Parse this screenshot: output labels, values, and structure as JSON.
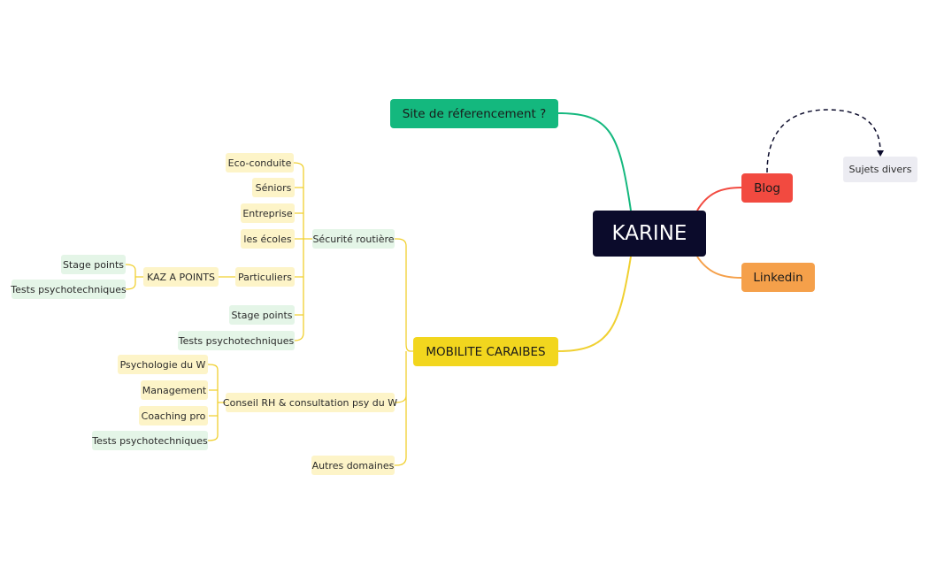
{
  "colors": {
    "root": "#0b0b2b",
    "teal": "#14b87e",
    "yellow": "#f2d61e",
    "red": "#f24a40",
    "orange": "#f5a04a",
    "cream": "#fdf4c8",
    "mint": "#e4f5e7",
    "gray": "#ececf2",
    "line_yellow": "#f0d030"
  },
  "mindmap": {
    "root": "KARINE",
    "site": "Site de réferencement ?",
    "blog": "Blog",
    "linkedin": "Linkedin",
    "sujets": "Sujets divers",
    "mobilite": "MOBILITE CARAIBES",
    "securite": "Sécurité routière",
    "eco": "Eco-conduite",
    "seniors": "Séniors",
    "entreprise": "Entreprise",
    "ecoles": "les écoles",
    "particuliers": "Particuliers",
    "kaz": "KAZ A POINTS",
    "kaz_stage": "Stage points",
    "kaz_tests": "Tests psychotechniques",
    "sec_stage": "Stage points",
    "sec_tests": "Tests psychotechniques",
    "conseil": "Conseil RH & consultation psy du W",
    "psycho": "Psychologie du W",
    "management": "Management",
    "coaching": "Coaching pro",
    "cons_tests": "Tests psychotechniques",
    "autres": "Autres domaines"
  }
}
